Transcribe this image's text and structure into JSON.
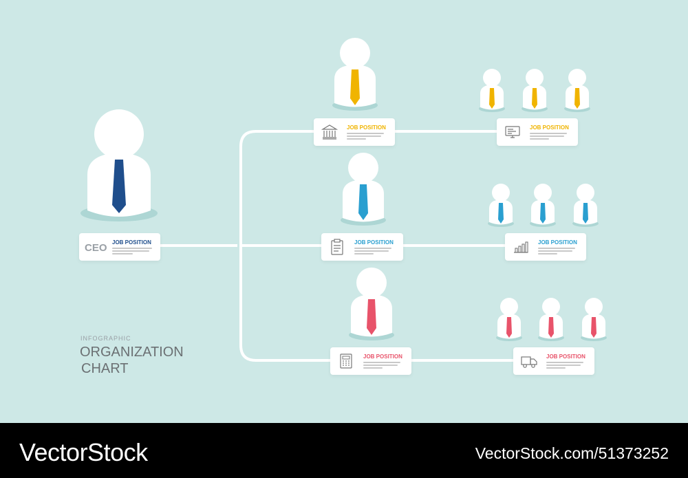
{
  "chart": {
    "kicker": "INFOGRAPHIC",
    "title_line1": "ORGANIZATION",
    "title_line2": "CHART"
  },
  "ceo": {
    "label": "CEO",
    "position": "JOB POSITION",
    "tie_color": "#1f4e8c"
  },
  "branches": [
    {
      "position": "JOB POSITION",
      "tie_color": "#f0b400",
      "icon": "bank-icon",
      "sub": {
        "position": "JOB POSITION",
        "icon": "monitor-icon"
      }
    },
    {
      "position": "JOB POSITION",
      "tie_color": "#2a9fd0",
      "icon": "clipboard-icon",
      "sub": {
        "position": "JOB POSITION",
        "icon": "bar-chart-icon"
      }
    },
    {
      "position": "JOB POSITION",
      "tie_color": "#e8536a",
      "icon": "calculator-icon",
      "sub": {
        "position": "JOB POSITION",
        "icon": "truck-icon"
      }
    }
  ],
  "footer": {
    "brand": "VectorStock",
    "url": "VectorStock.com/51373252"
  }
}
